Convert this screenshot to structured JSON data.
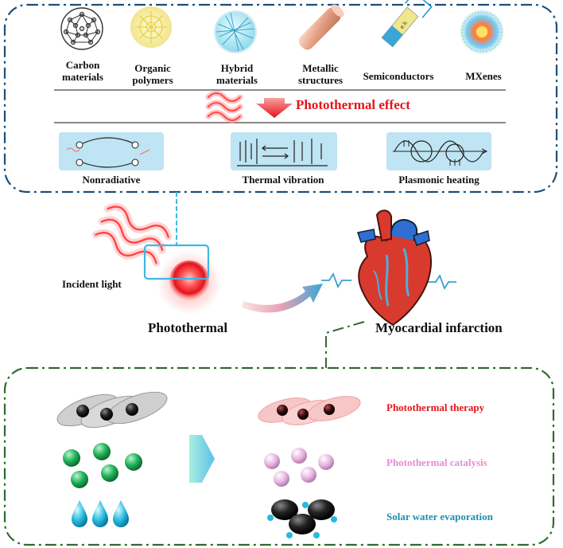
{
  "materials": [
    {
      "line1": "Carbon",
      "line2": "materials",
      "icon": "fullerene-icon"
    },
    {
      "line1": "Organic",
      "line2": "polymers",
      "icon": "polymer-icon"
    },
    {
      "line1": "Hybrid",
      "line2": "materials",
      "icon": "hybrid-icon"
    },
    {
      "line1": "Metallic",
      "line2": "structures",
      "icon": "metal-rod-icon"
    },
    {
      "line1": "Semiconductors",
      "line2": "",
      "icon": "semiconductor-icon"
    },
    {
      "line1": "MXenes",
      "line2": "",
      "icon": "mxene-icon"
    }
  ],
  "effect_label": "Photothermal effect",
  "mechanisms": [
    {
      "label": "Nonradiative",
      "icon": "nonradiative-icon"
    },
    {
      "label": "Thermal vibration",
      "icon": "thermal-vibration-icon"
    },
    {
      "label": "Plasmonic heating",
      "icon": "plasmonic-heating-icon"
    }
  ],
  "incident_light": "Incident light",
  "photothermal": "Photothermal",
  "myocardial": "Myocardial infarction",
  "applications": [
    {
      "label": "Photothermal therapy",
      "color": "#e5141b"
    },
    {
      "label": "Photothermal catalysis",
      "color": "#e98ad6"
    },
    {
      "label": "Solar water evaporation",
      "color": "#1a8fb3"
    }
  ],
  "colors": {
    "top_border": "#1f4e79",
    "bottom_border": "#2f6b2f",
    "accent_red": "#e5141b",
    "panel_blue": "#bfe4f3"
  }
}
